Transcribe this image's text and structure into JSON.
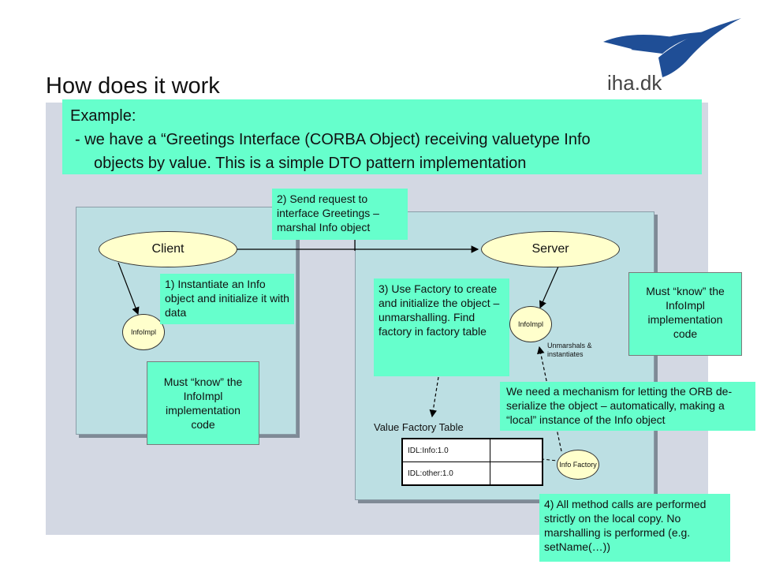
{
  "slide": {
    "title": "How does it work",
    "logo_text": "iha.dk"
  },
  "example": {
    "heading": "Example:",
    "line1": "- we have a “Greetings Interface (CORBA Object) receiving valuetype Info",
    "line2": "objects by value. This is a simple DTO pattern implementation"
  },
  "client": {
    "label": "Client",
    "impl_label": "InfoImpl",
    "step1": "1) Instantiate an Info object and initialize it with data",
    "must_know": "Must “know” the InfoImpl implementation code"
  },
  "request": {
    "step2": "2) Send request to interface Greetings – marshal Info object"
  },
  "server": {
    "label": "Server",
    "impl_label": "InfoImpl",
    "step3": "3) Use Factory to create and initialize the object – unmarshalling. Find factory in factory table",
    "must_know": "Must “know” the InfoImpl implementation code",
    "unmarshal_note": "Unmarshals & instantiates",
    "mechanism": "We need a mechanism for letting the ORB de-serialize the object – automatically, making a “local” instance of the Info object",
    "factory_label": "Info Factory",
    "step4": "4) All method calls are performed strictly on the local copy. No marshalling is performed (e.g. setName(…))"
  },
  "factory_table": {
    "caption": "Value Factory Table",
    "rows": [
      {
        "key": "IDL:Info:1.0",
        "value": ""
      },
      {
        "key": "IDL:other:1.0",
        "value": ""
      }
    ]
  },
  "colors": {
    "note_green": "#66ffcc",
    "panel": "#bcdfe3",
    "stage": "#d3d8e3",
    "ellipse": "#ffffcc",
    "logo_blue": "#1f4e96"
  }
}
